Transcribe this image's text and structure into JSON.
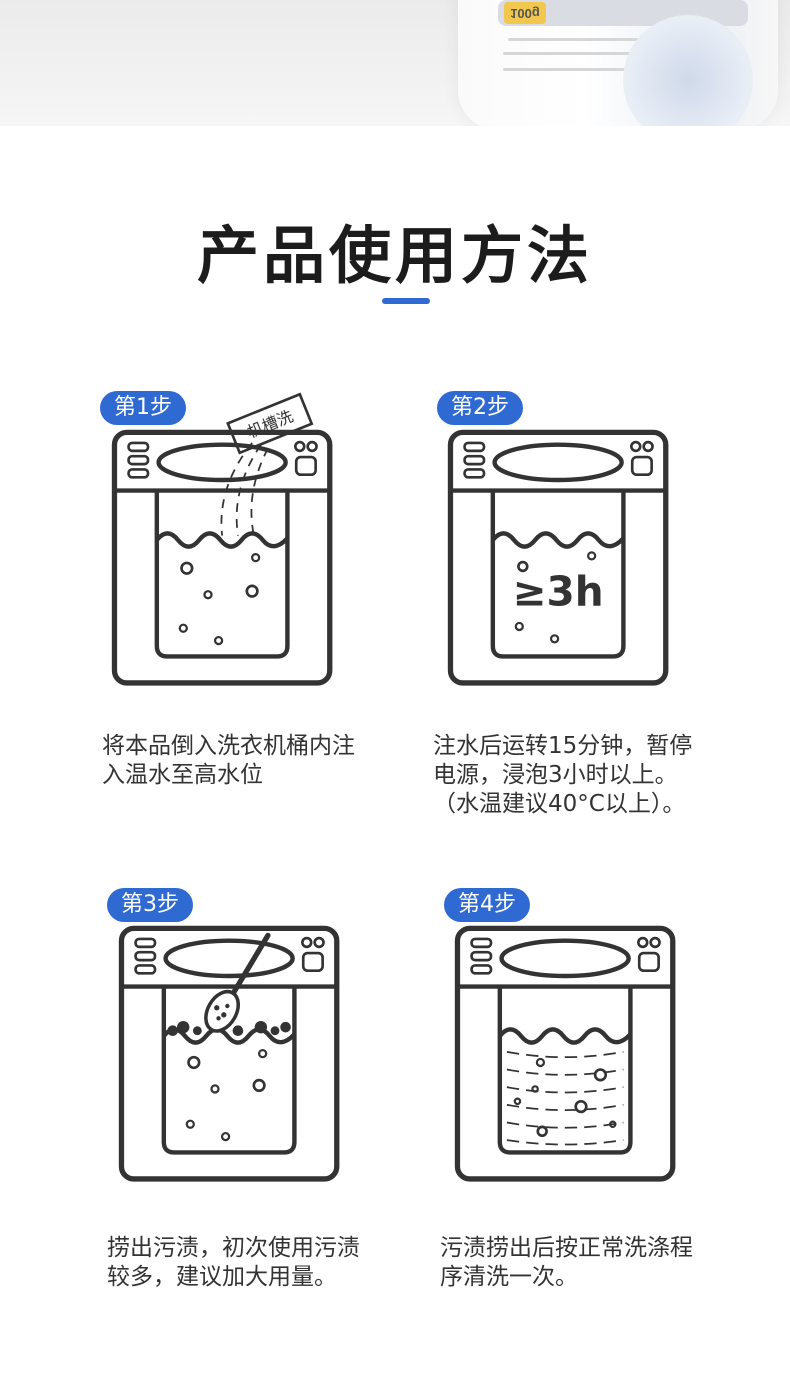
{
  "header": {
    "title": "产品使用方法",
    "accent_color": "#2f6ad3",
    "package_label": "100g"
  },
  "steps": [
    {
      "badge": "第1步",
      "sachet_label": "机槽洗",
      "description": "将本品倒入洗衣机桶内注入温水至高水位",
      "icon": "washing-machine-pour-icon"
    },
    {
      "badge": "第2步",
      "soak_label": "≥3h",
      "description": "注水后运转15分钟，暂停电源，浸泡3小时以上。（水温建议40°C以上）。",
      "icon": "washing-machine-soak-icon"
    },
    {
      "badge": "第3步",
      "description": "捞出污渍，初次使用污渍较多，建议加大用量。",
      "icon": "washing-machine-scoop-icon"
    },
    {
      "badge": "第4步",
      "description": "污渍捞出后按正常洗涤程序清洗一次。",
      "icon": "washing-machine-spin-icon"
    }
  ]
}
